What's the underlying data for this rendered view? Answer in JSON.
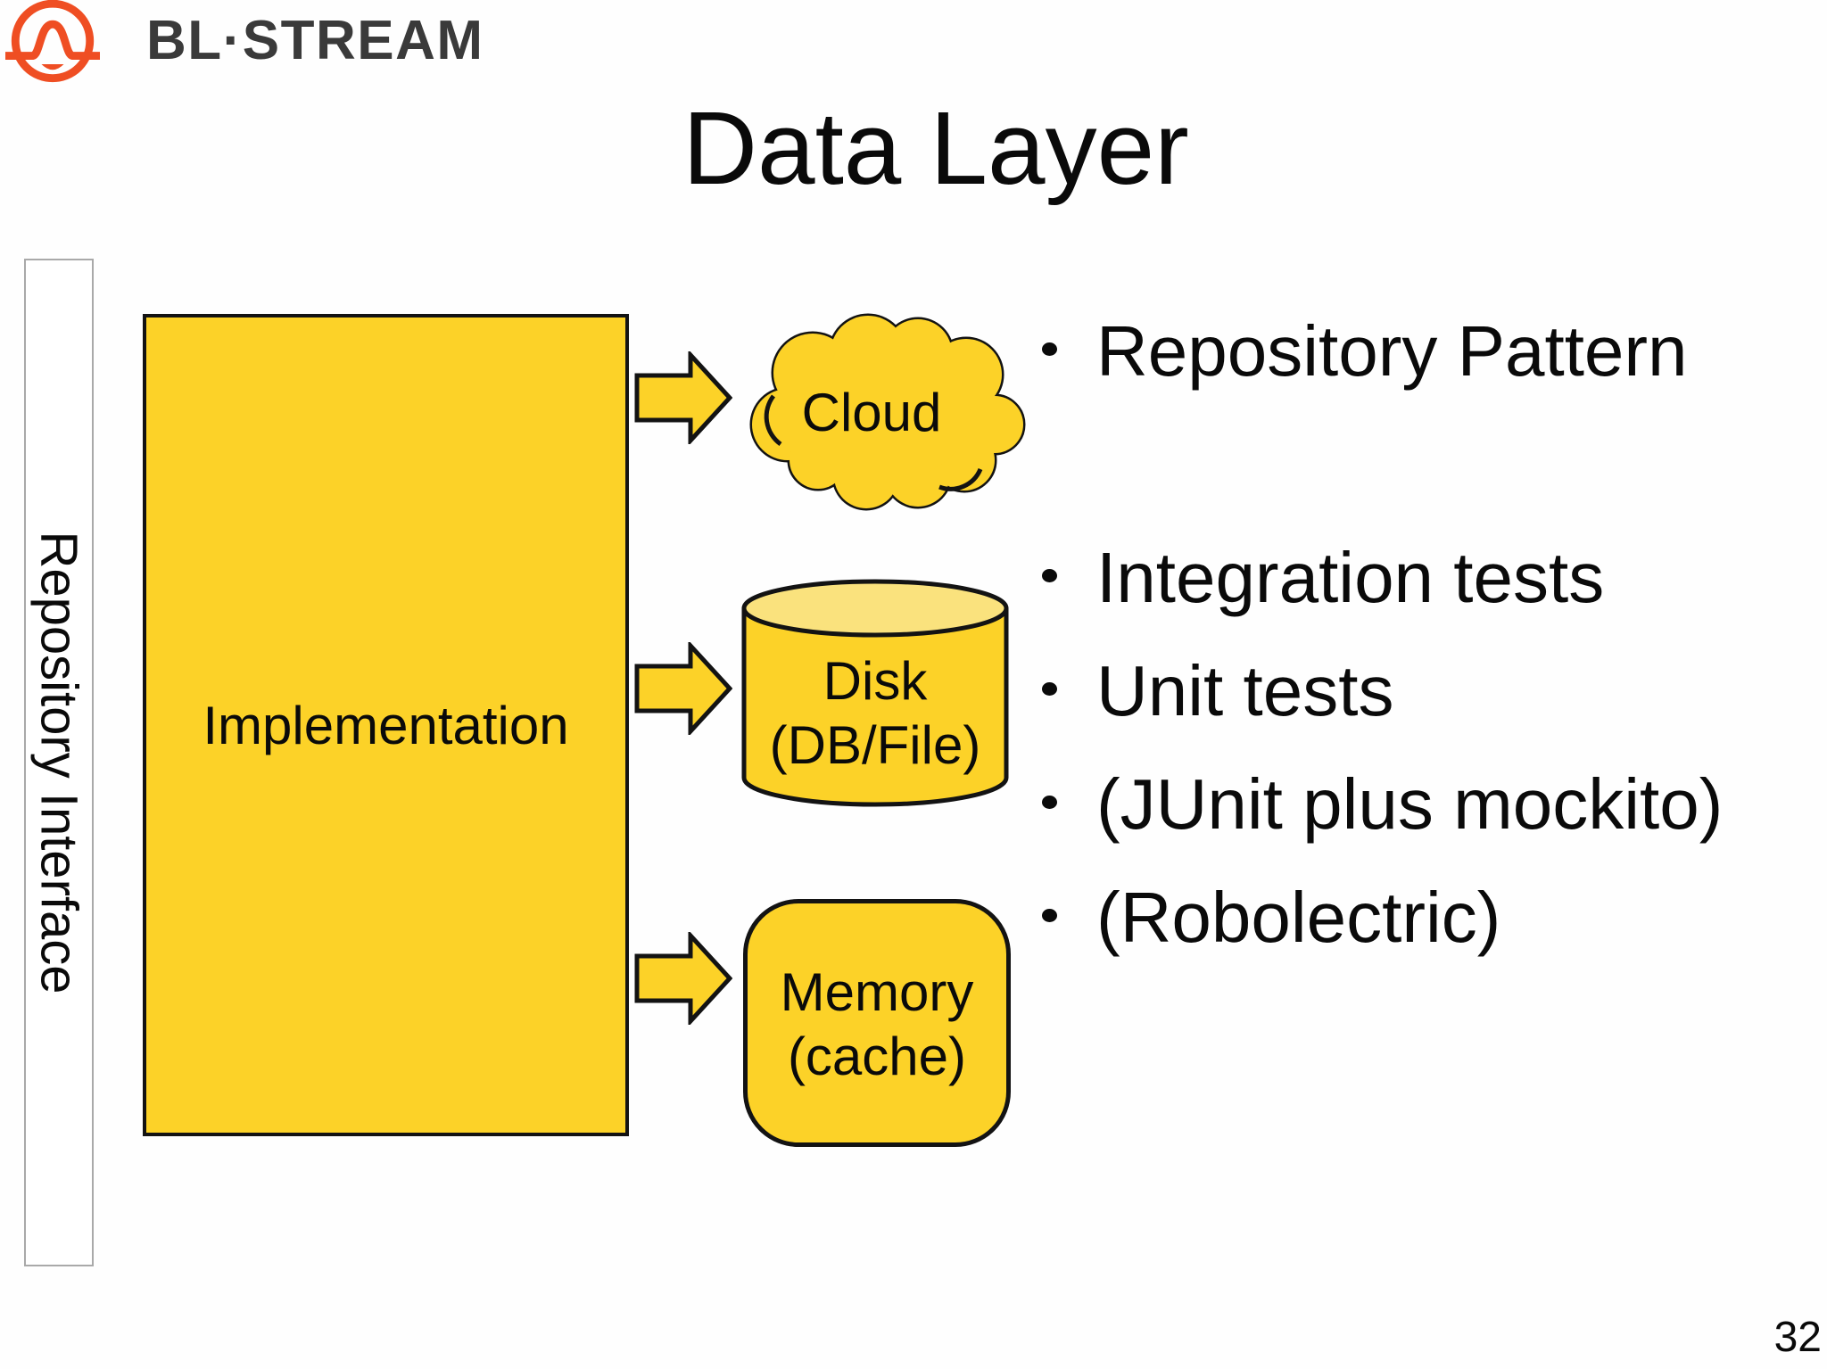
{
  "brand": {
    "name": "BL·STREAM"
  },
  "slide": {
    "title": "Data Layer",
    "page_number": "32"
  },
  "diagram": {
    "interface_label": "Repository Interface",
    "implementation": "Implementation",
    "cloud": {
      "label": "Cloud"
    },
    "disk": {
      "label": "Disk",
      "sublabel": "(DB/File)"
    },
    "memory": {
      "label": "Memory",
      "sublabel": "(cache)"
    }
  },
  "bullets": [
    "Repository Pattern",
    "Integration tests",
    "Unit tests",
    "(JUnit plus mockito)",
    "(Robolectric)"
  ],
  "icons": {
    "logo": "pulse-circle-icon",
    "arrow": "block-arrow-right-icon",
    "bullet": "dot-icon"
  },
  "colors": {
    "accent": "#FCD228",
    "accent_light": "#FAE27D",
    "ink": "#0A0A0A",
    "outline": "#131313",
    "logo": "#EF4E23",
    "brand_text": "#3A3A3A",
    "border_gray": "#A9A9A9"
  }
}
